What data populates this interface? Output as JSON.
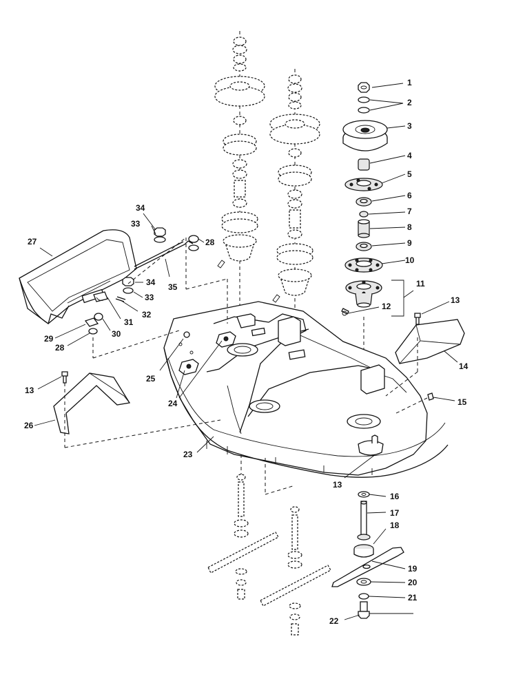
{
  "labels": [
    {
      "key": "1",
      "text": "1"
    },
    {
      "key": "2",
      "text": "2"
    },
    {
      "key": "3",
      "text": "3"
    },
    {
      "key": "4",
      "text": "4"
    },
    {
      "key": "5",
      "text": "5"
    },
    {
      "key": "6",
      "text": "6"
    },
    {
      "key": "7",
      "text": "7"
    },
    {
      "key": "8",
      "text": "8"
    },
    {
      "key": "9",
      "text": "9"
    },
    {
      "key": "10",
      "text": "10"
    },
    {
      "key": "11",
      "text": "11"
    },
    {
      "key": "12",
      "text": "12"
    },
    {
      "key": "13a",
      "text": "13"
    },
    {
      "key": "14",
      "text": "14"
    },
    {
      "key": "15",
      "text": "15"
    },
    {
      "key": "13b",
      "text": "13"
    },
    {
      "key": "16",
      "text": "16"
    },
    {
      "key": "17",
      "text": "17"
    },
    {
      "key": "18",
      "text": "18"
    },
    {
      "key": "19",
      "text": "19"
    },
    {
      "key": "20",
      "text": "20"
    },
    {
      "key": "21",
      "text": "21"
    },
    {
      "key": "22",
      "text": "22"
    },
    {
      "key": "23",
      "text": "23"
    },
    {
      "key": "24",
      "text": "24"
    },
    {
      "key": "25",
      "text": "25"
    },
    {
      "key": "26",
      "text": "26"
    },
    {
      "key": "13c",
      "text": "13"
    },
    {
      "key": "27",
      "text": "27"
    },
    {
      "key": "28a",
      "text": "28"
    },
    {
      "key": "29",
      "text": "29"
    },
    {
      "key": "30",
      "text": "30"
    },
    {
      "key": "31",
      "text": "31"
    },
    {
      "key": "32",
      "text": "32"
    },
    {
      "key": "33a",
      "text": "33"
    },
    {
      "key": "34a",
      "text": "34"
    },
    {
      "key": "35",
      "text": "35"
    },
    {
      "key": "28b",
      "text": "28"
    },
    {
      "key": "33b",
      "text": "33"
    },
    {
      "key": "34b",
      "text": "34"
    }
  ]
}
